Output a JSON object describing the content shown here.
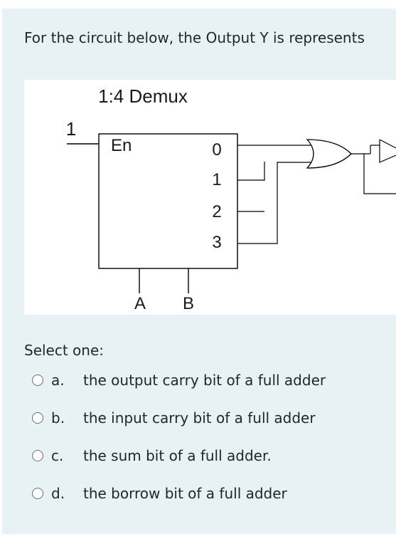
{
  "question": {
    "text": "For the circuit below, the Output Y is represents"
  },
  "circuit": {
    "title": "1:4 Demux",
    "input_value": "1",
    "enable_label": "En",
    "output_labels": [
      "0",
      "1",
      "2",
      "3"
    ],
    "select_labels": [
      "A",
      "B"
    ]
  },
  "answer": {
    "prompt": "Select one:",
    "options": [
      {
        "letter": "a.",
        "text": "the output carry bit of a full adder"
      },
      {
        "letter": "b.",
        "text": "the input carry bit of a full adder"
      },
      {
        "letter": "c.",
        "text": "the sum bit of a full adder."
      },
      {
        "letter": "d.",
        "text": "the borrow bit of a full adder"
      }
    ]
  },
  "colors": {
    "card_background": "#e7f2f5",
    "text": "#23272b",
    "radio_border": "#6b6f73"
  }
}
